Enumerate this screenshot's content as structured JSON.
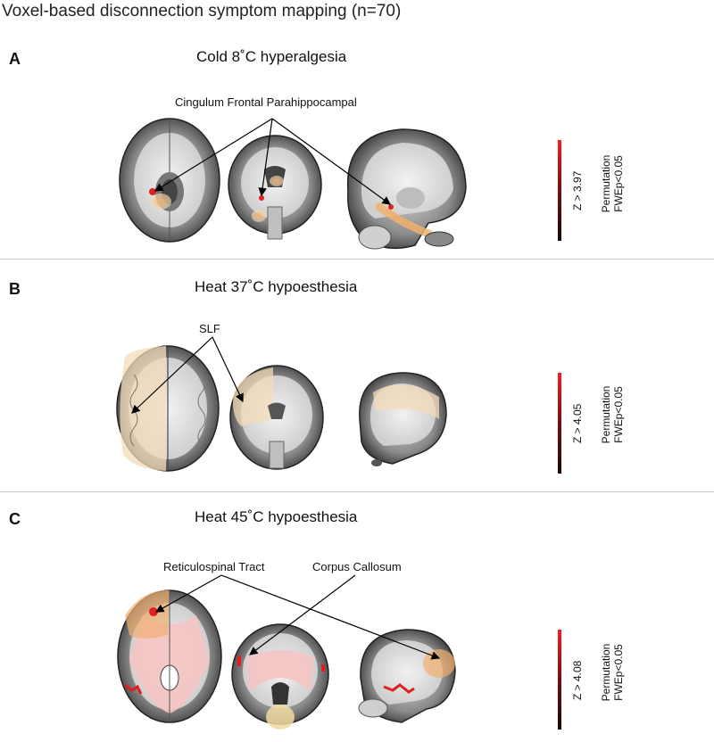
{
  "figure_title": "Voxel-based disconnection symptom mapping (n=70)",
  "panels": [
    {
      "letter": "A",
      "title": "Cold 8˚C hyperalgesia",
      "annotation": "Cingulum Frontal Parahippocampal",
      "threshold": "Z > 3.97",
      "stat_line1": "Permutation",
      "stat_line2": "FWEp<0.05"
    },
    {
      "letter": "B",
      "title": "Heat 37˚C hypoesthesia",
      "annotation": "SLF",
      "threshold": "Z > 4.05",
      "stat_line1": "Permutation",
      "stat_line2": "FWEp<0.05"
    },
    {
      "letter": "C",
      "title": "Heat 45˚C hypoesthesia",
      "annotation_1": "Reticulospinal Tract",
      "annotation_2": "Corpus Callosum",
      "threshold": "Z > 4.08",
      "stat_line1": "Permutation",
      "stat_line2": "FWEp<0.05"
    }
  ],
  "colors": {
    "highlight_low": "#f3dcb8",
    "highlight_high": "#ff1a1a",
    "callosum_pink": "#f6c4c4"
  }
}
